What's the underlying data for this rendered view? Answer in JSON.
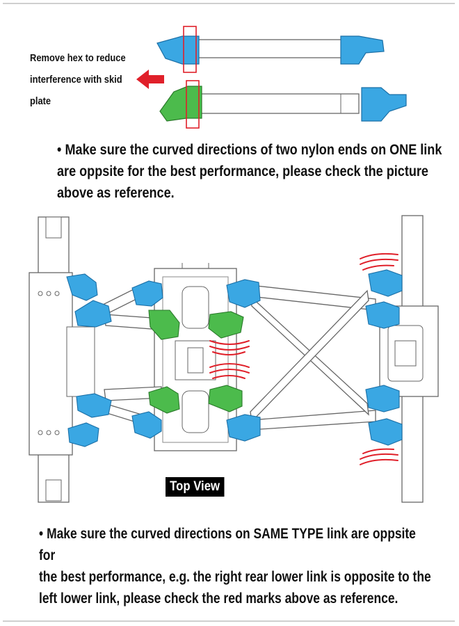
{
  "callout": {
    "lines": [
      "Remove hex to reduce",
      "interference with skid",
      "plate"
    ]
  },
  "note_one": {
    "bullet": "•",
    "lines": [
      "Make sure the curved directions of two nylon ends on ONE link",
      "are oppsite for the best performance, please check the picture",
      "above as reference."
    ]
  },
  "view_label": "Top View",
  "note_two": {
    "bullet": "•",
    "lines": [
      "Make sure the curved directions on SAME TYPE link are oppsite for",
      "the best performance, e.g. the right rear lower link is opposite to the",
      "left lower link, please check the red marks above as reference."
    ]
  },
  "colors": {
    "link_end_blue": "#3aa7e3",
    "link_end_green": "#4cbb4c",
    "highlight_red": "#e0202a",
    "outline": "#555555"
  }
}
